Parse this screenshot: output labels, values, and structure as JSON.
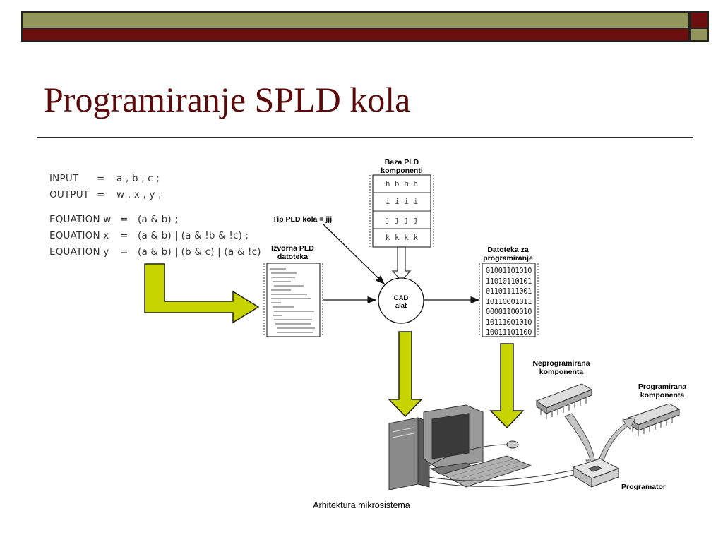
{
  "slide": {
    "title": "Programiranje SPLD kola",
    "footer": "Arhitektura mikrosistema"
  },
  "equations": [
    {
      "kw": "INPUT",
      "eq": "=",
      "rhs": "a , b , c ;"
    },
    {
      "kw": "OUTPUT",
      "eq": "=",
      "rhs": "w , x , y ;"
    },
    {
      "kw": "EQUATION w",
      "eq": "=",
      "rhs": "(a & b) ;"
    },
    {
      "kw": "EQUATION x",
      "eq": "=",
      "rhs": "(a & b) | (a & !b & !c) ;"
    },
    {
      "kw": "EQUATION y",
      "eq": "=",
      "rhs": "(a & b) | (b & c) | (a & !c)"
    }
  ],
  "diagram": {
    "baza_label_1": "Baza PLD",
    "baza_label_2": "komponenti",
    "baza_rows": [
      "h h h h",
      "i i i i",
      "j j j j",
      "k k k k"
    ],
    "tip_label": "Tip PLD kola = jjj",
    "izvorna_label_1": "Izvorna PLD",
    "izvorna_label_2": "datoteka",
    "cad_label_1": "CAD",
    "cad_label_2": "alat",
    "datoteka_label_1": "Datoteka za",
    "datoteka_label_2": "programiranje",
    "binary_rows": [
      "01001101010",
      "11010110101",
      "01101111001",
      "10110001011",
      "00001100010",
      "10111001010",
      "10011101100"
    ],
    "neprog_label_1": "Neprogramirana",
    "neprog_label_2": "komponenta",
    "prog_label_1": "Programirana",
    "prog_label_2": "komponenta",
    "programator_label": "Programator"
  },
  "colors": {
    "header_olive": "#93965a",
    "header_maroon": "#6b0f0f",
    "title": "#5a0a0a",
    "arrow_fill": "#c8d400"
  }
}
